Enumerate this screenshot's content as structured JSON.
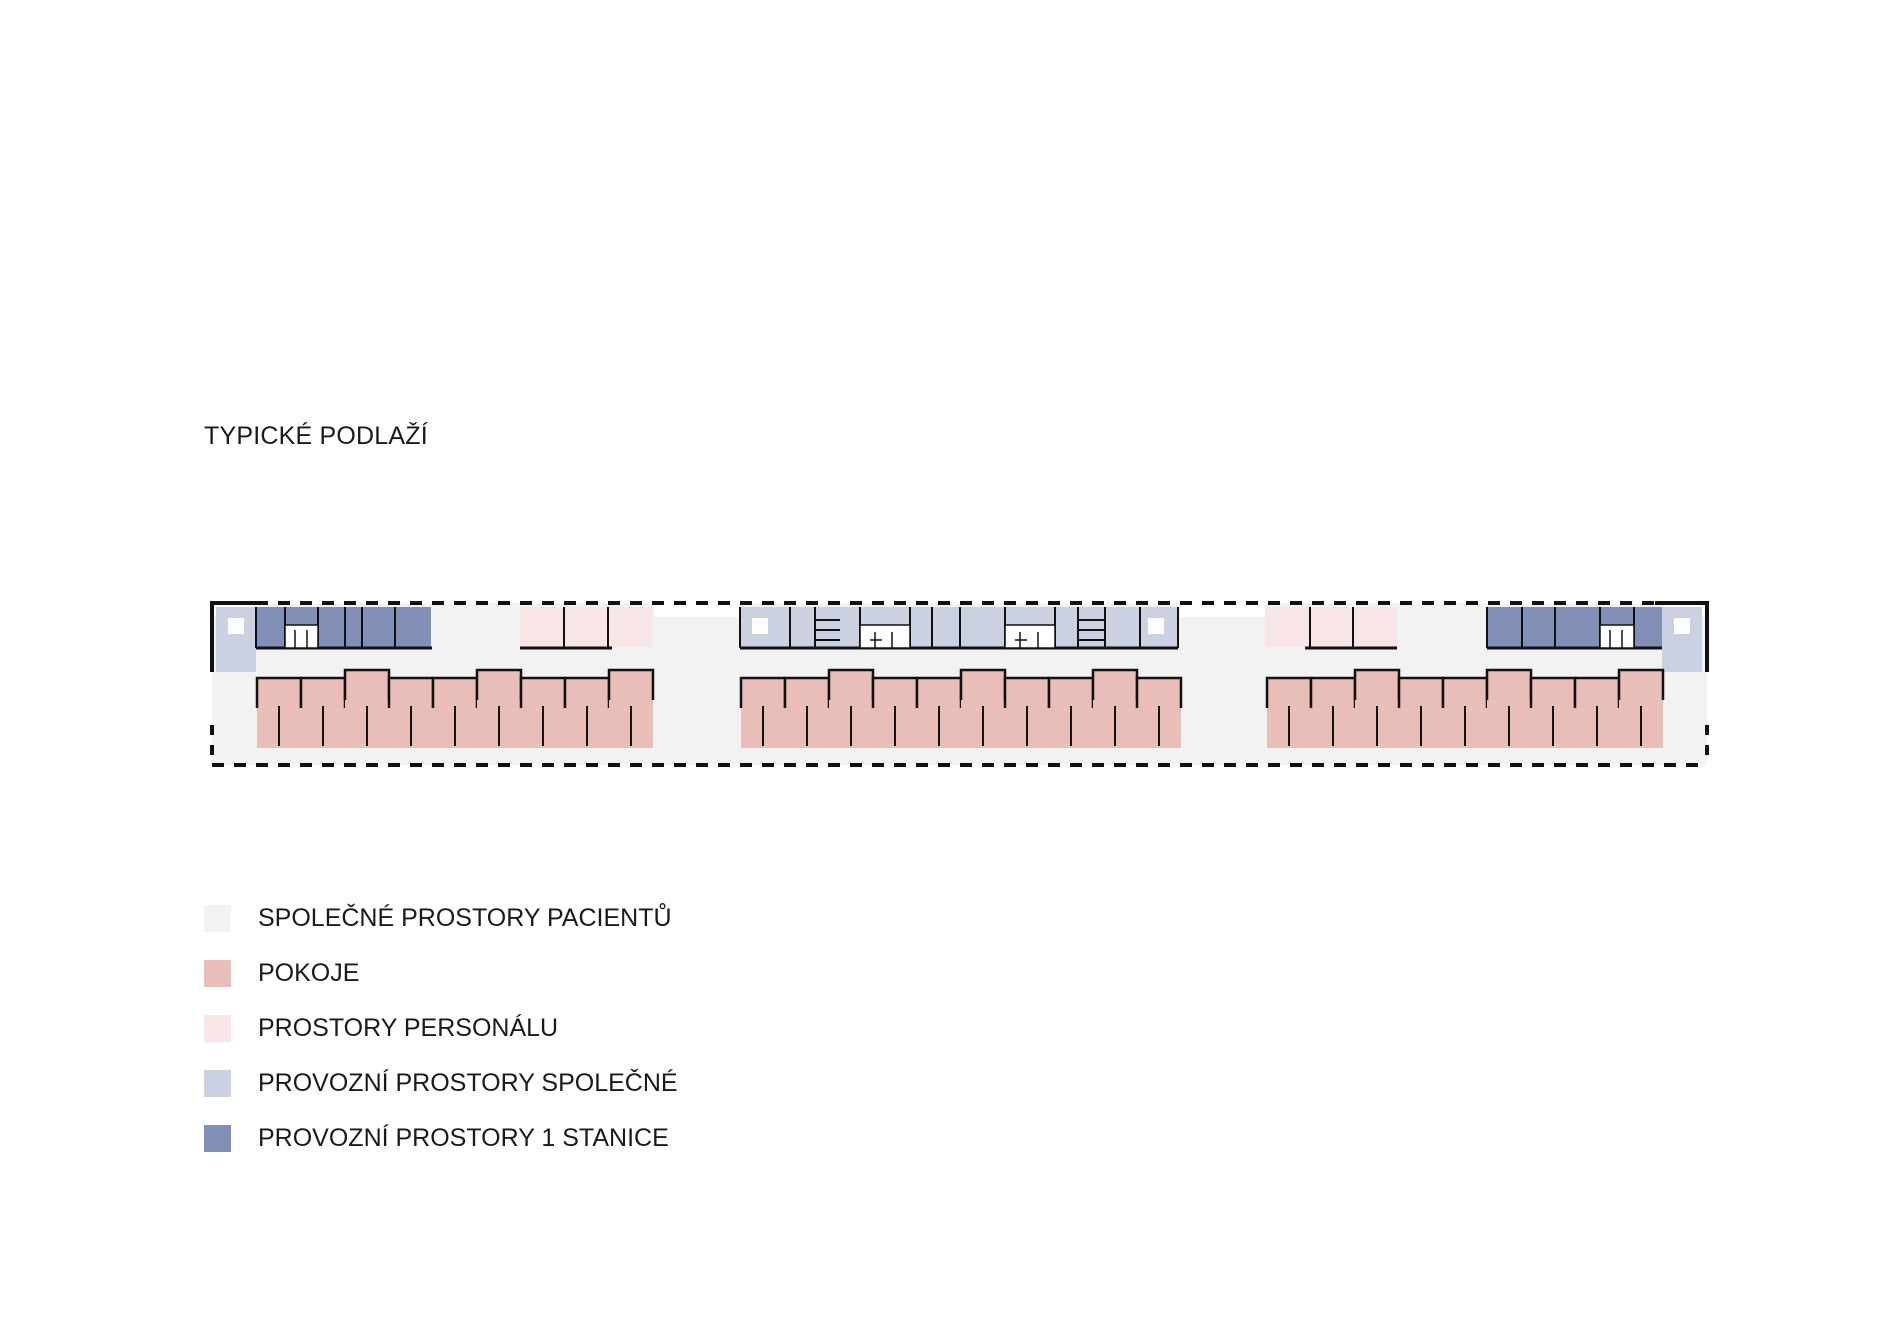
{
  "title": "TYPICKÉ PODLAŽÍ",
  "colors": {
    "common": "#f2f2f2",
    "rooms": "#e9bdb8",
    "staff": "#f7e6e5",
    "service_shared": "#cbd1e1",
    "service_station": "#8290b8",
    "wall": "#111111"
  },
  "legend": [
    {
      "label": "SPOLEČNÉ PROSTORY PACIENTŮ",
      "color": "#f2f2f2"
    },
    {
      "label": "POKOJE",
      "color": "#e9bdb8"
    },
    {
      "label": "PROSTORY PERSONÁLU",
      "color": "#f7e6e5"
    },
    {
      "label": "PROVOZNÍ PROSTORY SPOLEČNÉ",
      "color": "#cbd1e1"
    },
    {
      "label": "PROVOZNÍ PROSTORY 1 STANICE",
      "color": "#8290b8"
    }
  ]
}
